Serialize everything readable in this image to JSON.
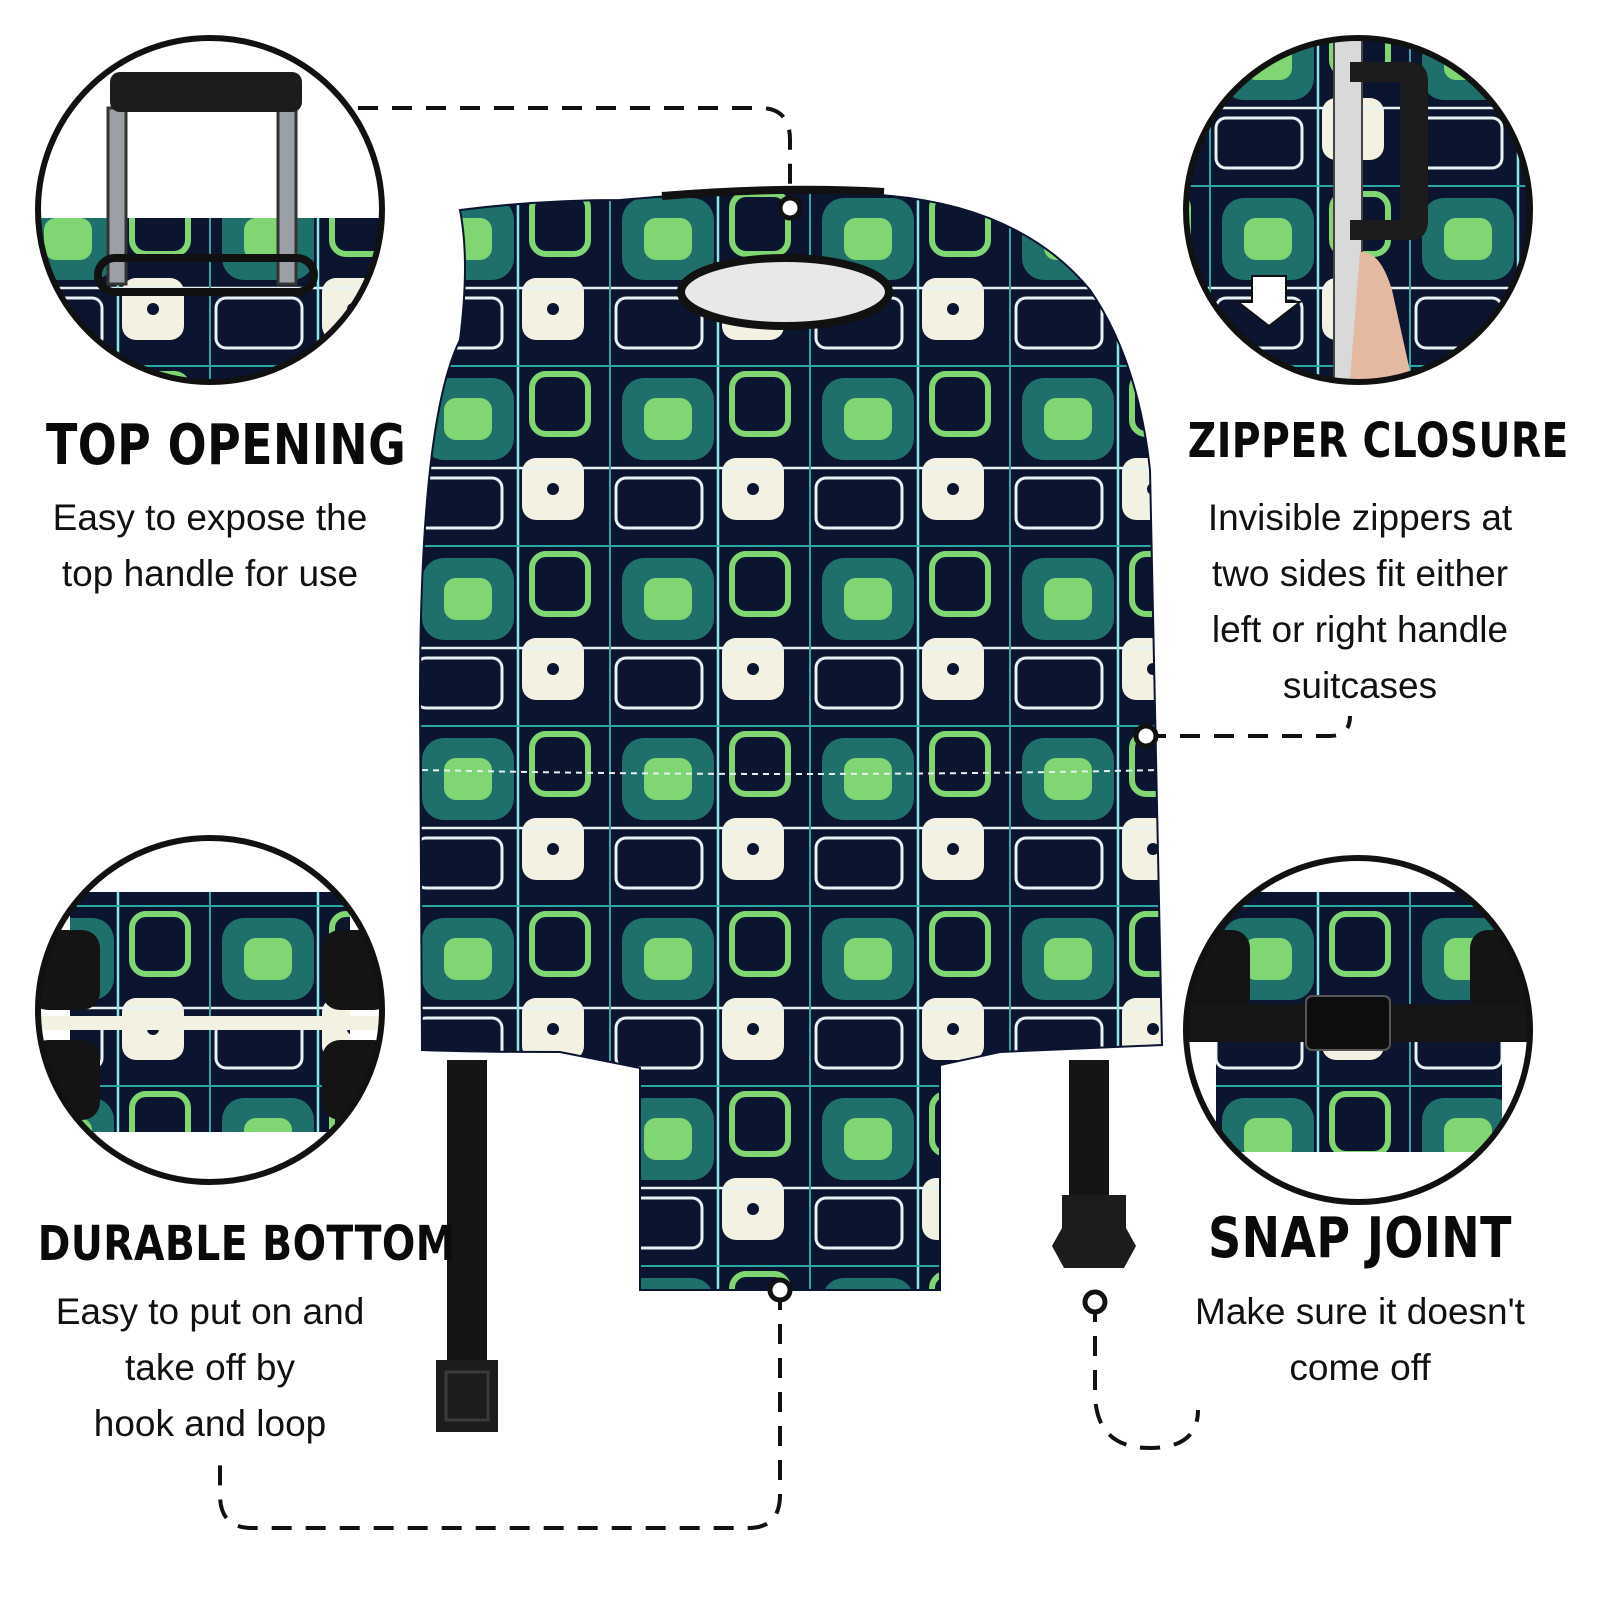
{
  "features": {
    "top_opening": {
      "title": "TOP OPENING",
      "lines": [
        "Easy to expose the",
        "top handle for use"
      ]
    },
    "zipper_closure": {
      "title": "ZIPPER CLOSURE",
      "lines": [
        "Invisible zippers at",
        "two sides fit either",
        "left or right handle",
        "suitcases"
      ]
    },
    "durable_bottom": {
      "title": "DURABLE BOTTOM",
      "lines": [
        "Easy to put on and",
        "take off by",
        "hook and loop"
      ]
    },
    "snap_joint": {
      "title": "SNAP JOINT",
      "lines": [
        "Make sure it doesn't",
        "come off"
      ]
    }
  },
  "icons": {
    "zipper_direction": "arrow-down-icon",
    "callout_marker": "dot-marker-icon"
  },
  "colors": {
    "pattern_navy": "#0b1530",
    "pattern_teal": "#1f6f6b",
    "pattern_green": "#7fd672",
    "pattern_cream": "#f3f1e2",
    "pattern_aqua": "#8fe6e6",
    "strap_black": "#141414",
    "text": "#0a0a0a"
  }
}
